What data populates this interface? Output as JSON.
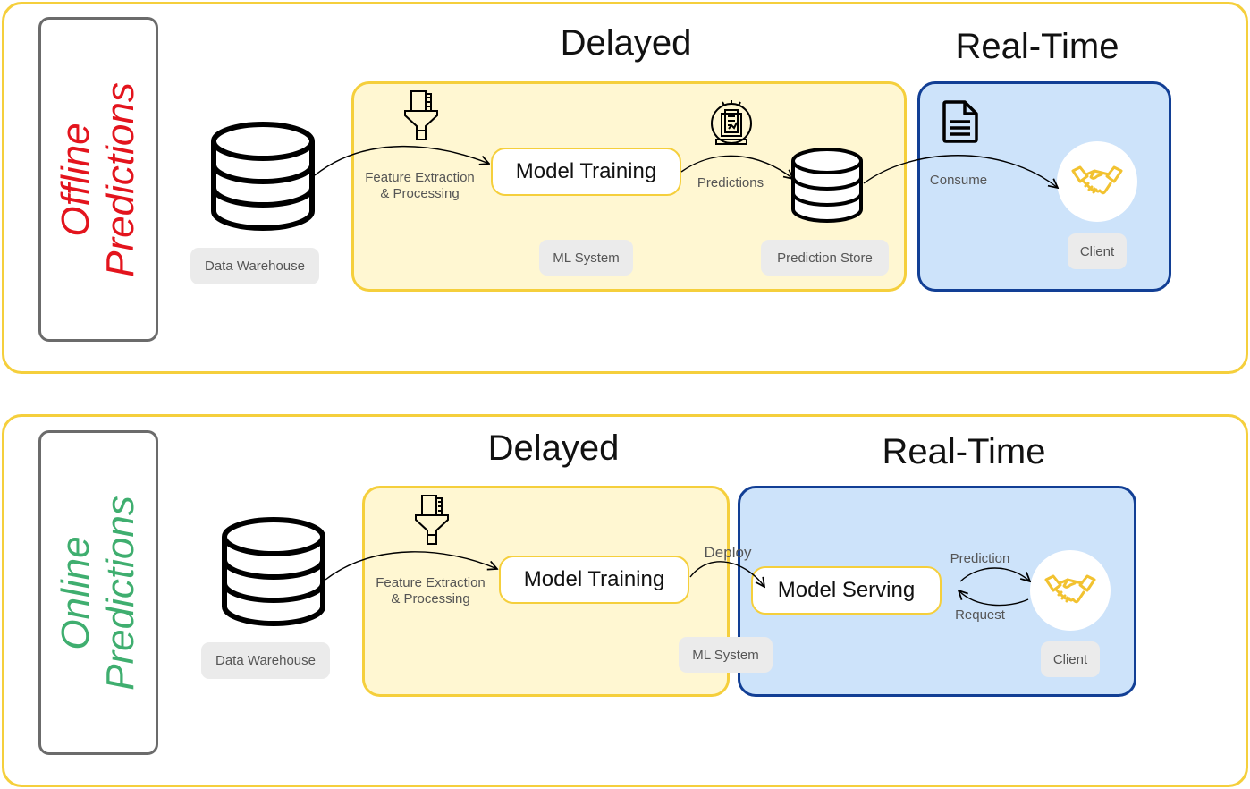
{
  "offline": {
    "side_title_line1": "Offline",
    "side_title_line2": "Predictions",
    "side_title_color": "#e3141d",
    "delayed_heading": "Delayed",
    "realtime_heading": "Real-Time",
    "data_warehouse": "Data Warehouse",
    "feature_line1": "Feature Extraction",
    "feature_line2": "& Processing",
    "model_training": "Model Training",
    "predictions_label": "Predictions",
    "ml_system": "ML System",
    "prediction_store": "Prediction Store",
    "consume_label": "Consume",
    "client": "Client"
  },
  "online": {
    "side_title_line1": "Online",
    "side_title_line2": "Predictions",
    "side_title_color": "#3fae6f",
    "delayed_heading": "Delayed",
    "realtime_heading": "Real-Time",
    "data_warehouse": "Data Warehouse",
    "feature_line1": "Feature Extraction",
    "feature_line2": "& Processing",
    "model_training": "Model Training",
    "deploy_label": "Deploy",
    "ml_system": "ML System",
    "model_serving": "Model Serving",
    "prediction_label": "Prediction",
    "request_label": "Request",
    "client": "Client"
  },
  "colors": {
    "panel_border": "#f5cf3c",
    "delayed_fill": "#fff7d2",
    "realtime_fill": "#cde3fa",
    "realtime_border": "#123f95",
    "handshake": "#f2c230"
  },
  "icons": [
    "database-icon",
    "funnel-icon",
    "monitor-icon",
    "document-icon",
    "handshake-icon"
  ]
}
